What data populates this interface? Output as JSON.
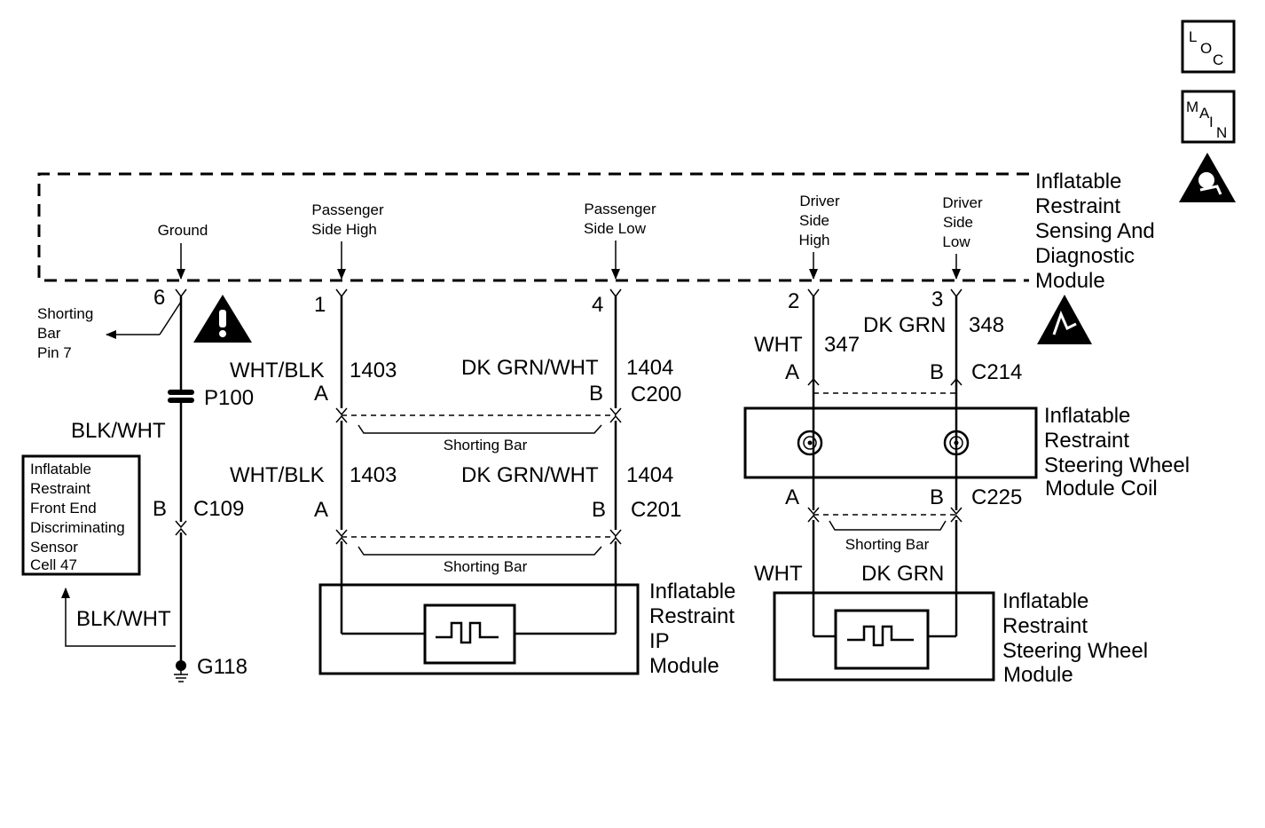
{
  "nav": {
    "loc": [
      "L",
      "O",
      "C"
    ],
    "main": [
      "M",
      "A",
      "I",
      "N"
    ]
  },
  "module": {
    "lines": [
      "Inflatable",
      "Restraint",
      "Sensing And",
      "Diagnostic",
      "Module"
    ],
    "pins": {
      "ground": {
        "label": [
          "Ground"
        ],
        "num": "6"
      },
      "pass_high": {
        "label": [
          "Passenger",
          "Side High"
        ],
        "num": "1"
      },
      "pass_low": {
        "label": [
          "Passenger",
          "Side Low"
        ],
        "num": "4"
      },
      "drv_high": {
        "label": [
          "Driver",
          "Side",
          "High"
        ],
        "num": "2"
      },
      "drv_low": {
        "label": [
          "Driver",
          "Side",
          "Low"
        ],
        "num": "3"
      }
    }
  },
  "shorting_bar_pin": [
    "Shorting",
    "Bar",
    "Pin 7"
  ],
  "ground_path": {
    "splice": "P100",
    "wire1": "BLK/WHT",
    "conn_pin": "B",
    "conn": "C109",
    "wire2": "BLK/WHT",
    "ground": "G118"
  },
  "sensor": [
    "Inflatable",
    "Restraint",
    "Front End",
    "Discriminating",
    "Sensor",
    "Cell 47"
  ],
  "passenger": {
    "c200": {
      "wire_a": "WHT/BLK",
      "circ_a": "1403",
      "pin_a": "A",
      "wire_b": "DK GRN/WHT",
      "circ_b": "1404",
      "pin_b": "B",
      "conn": "C200"
    },
    "c201": {
      "wire_a": "WHT/BLK",
      "circ_a": "1403",
      "pin_a": "A",
      "wire_b": "DK GRN/WHT",
      "circ_b": "1404",
      "pin_b": "B",
      "conn": "C201"
    },
    "shorting_bar_1": "Shorting Bar",
    "shorting_bar_2": "Shorting Bar",
    "module": [
      "Inflatable",
      "Restraint",
      "IP",
      "Module"
    ]
  },
  "driver": {
    "c214": {
      "wire_a": "WHT",
      "circ_a": "347",
      "pin_a": "A",
      "wire_b": "DK GRN",
      "circ_b": "348",
      "pin_b": "B",
      "conn": "C214"
    },
    "coil": [
      "Inflatable",
      "Restraint",
      "Steering Wheel",
      "Module  Coil"
    ],
    "c225": {
      "pin_a": "A",
      "pin_b": "B",
      "conn": "C225"
    },
    "shorting_bar": "Shorting  Bar",
    "wire_a": "WHT",
    "wire_b": "DK GRN",
    "module": [
      "Inflatable",
      "Restraint",
      "Steering Wheel",
      "Module"
    ]
  }
}
